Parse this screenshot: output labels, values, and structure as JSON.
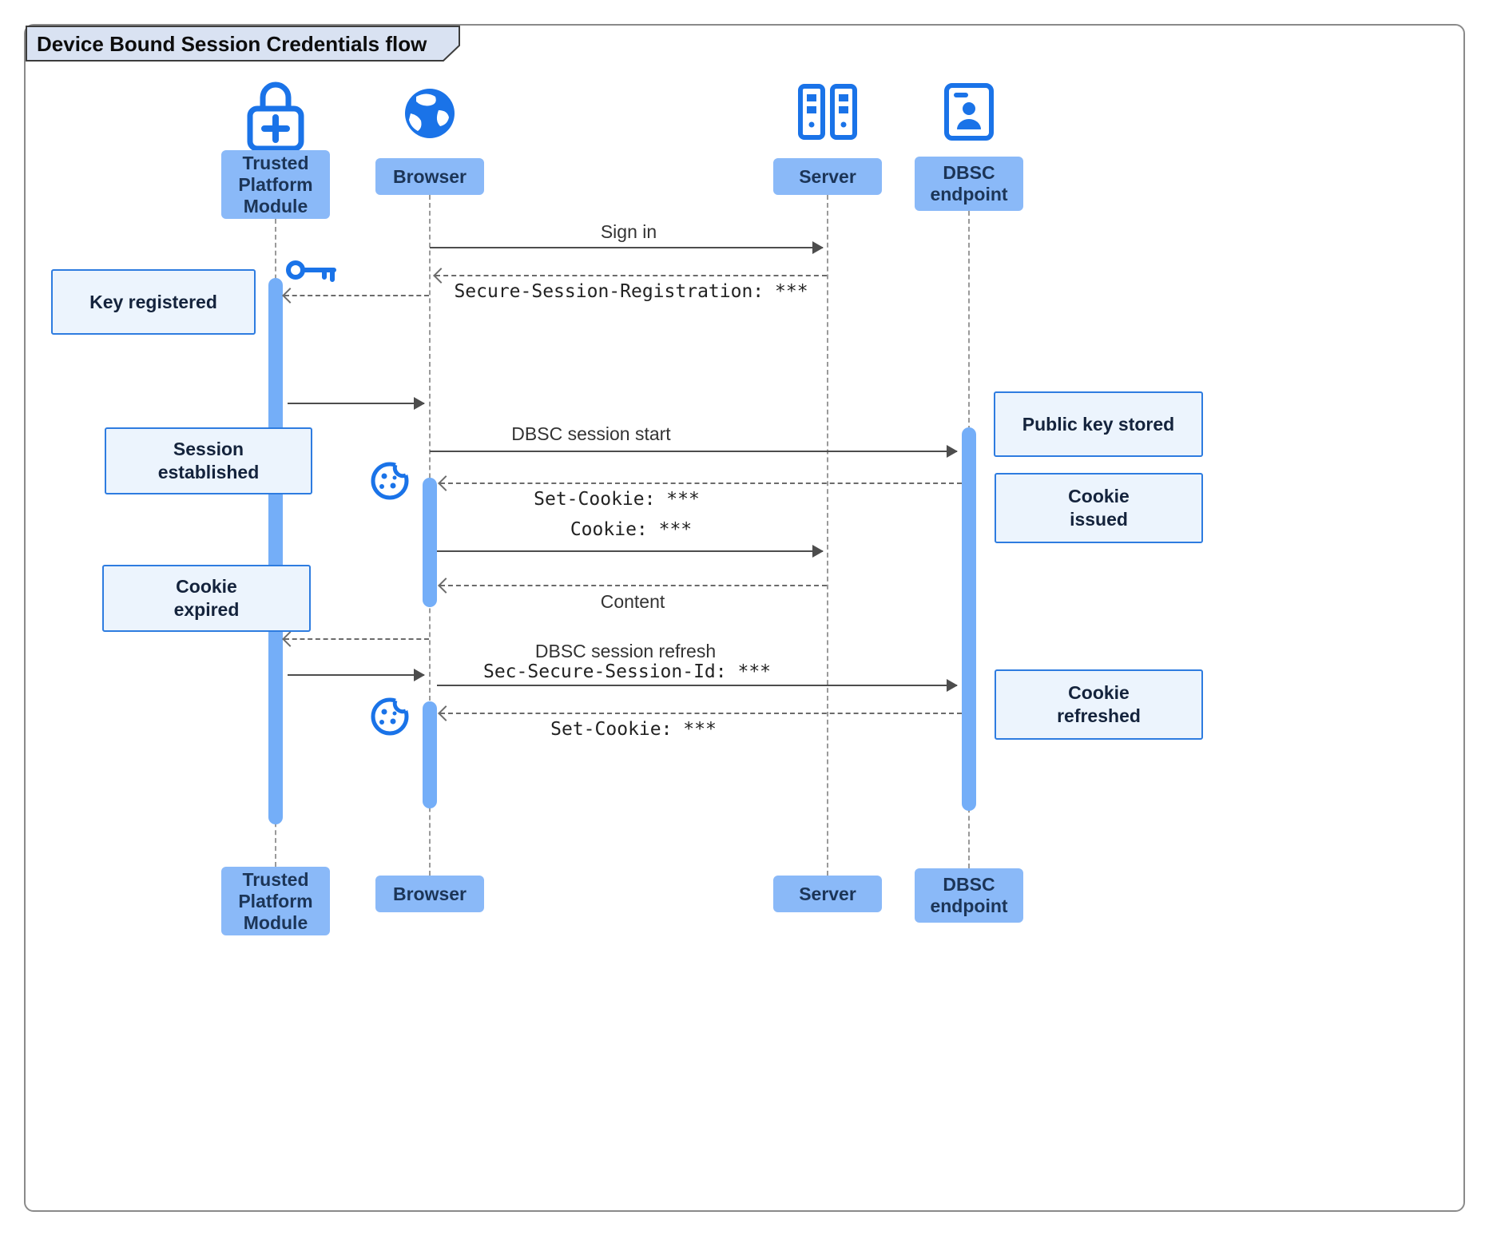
{
  "title": "Device Bound Session Credentials flow",
  "actors": {
    "tpm": "Trusted Platform Module",
    "browser": "Browser",
    "server": "Server",
    "dbsc": "DBSC endpoint"
  },
  "messages": {
    "sign_in": "Sign in",
    "secure_session_registration": "Secure-Session-Registration: ***",
    "dbsc_session_start": "DBSC session start",
    "set_cookie_issued": "Set-Cookie: ***",
    "cookie": "Cookie: ***",
    "content": "Content",
    "dbsc_session_refresh": "DBSC session refresh",
    "sec_secure_session_id": "Sec-Secure-Session-Id: ***",
    "set_cookie_refreshed": "Set-Cookie: ***"
  },
  "notes": {
    "key_registered": "Key registered",
    "session_established": "Session established",
    "cookie_expired": "Cookie expired",
    "public_key_stored": "Public key stored",
    "cookie_issued": "Cookie issued",
    "cookie_refreshed": "Cookie refreshed"
  },
  "icons": {
    "tpm": "lock-plus-icon",
    "browser": "globe-icon",
    "server": "server-rack-icon",
    "dbsc": "door-person-icon",
    "key": "key-icon",
    "cookie": "cookie-icon"
  },
  "colors": {
    "accent": "#1a73e8",
    "activation": "#74aef8",
    "actor_fill": "#8ab9f8",
    "note_fill": "#ecf4fd",
    "note_border": "#2e7ce0",
    "line": "#4d4d4d",
    "frame_border": "#8a8a8a",
    "title_fill": "#d9e2f2"
  }
}
